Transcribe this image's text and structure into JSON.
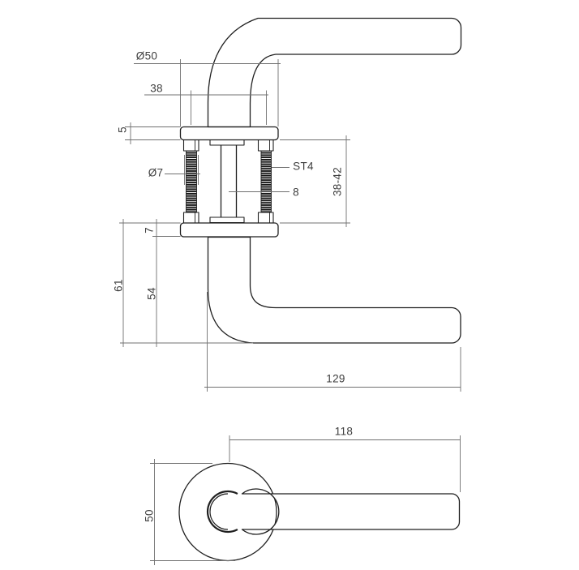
{
  "drawing": {
    "side_view": {
      "rose_diameter": "Ø50",
      "screw_spacing": "38",
      "rose_front_thickness": "5",
      "screw_diameter": "Ø7",
      "screw_thread_type": "ST4",
      "spindle_size": "8",
      "door_thickness_range": "38-42",
      "rose_back_thickness": "7",
      "handle_height_total": "61",
      "handle_height_below_rose": "54",
      "lever_length": "129"
    },
    "plan_view": {
      "lever_length": "118",
      "rose_diameter": "50"
    },
    "colors": {
      "outline": "#1f1f1f",
      "dimension_line": "#707070",
      "label_text": "#3d3d3d",
      "thread_fill": "#161616",
      "background": "#ffffff"
    }
  }
}
